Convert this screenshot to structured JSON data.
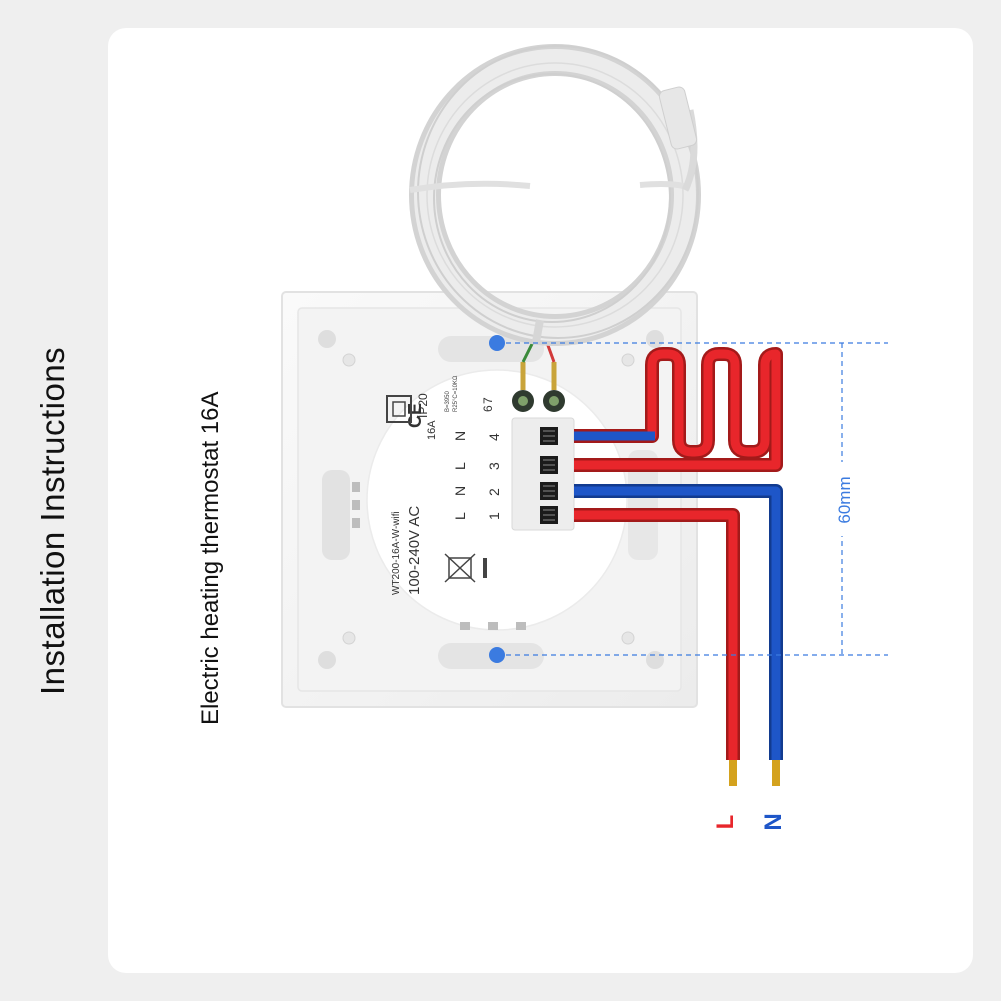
{
  "page": {
    "title": "Installation Instructions",
    "subtitle": "Electric heating thermostat 16A"
  },
  "device": {
    "model": "WT200-16A-W-wifi",
    "voltage": "100-240V AC",
    "current": "16A",
    "ip_rating": "IP20",
    "ce_mark": "CE",
    "sensor_spec_1": "B=3950",
    "sensor_spec_2": "R25°C=10KΩ",
    "terminal_numbers": [
      "1",
      "2",
      "3",
      "4"
    ],
    "sensor_numbers": [
      "6",
      "7"
    ],
    "terminal_letters": [
      "L",
      "N",
      "L",
      "N"
    ]
  },
  "dimension": {
    "label": "60mm"
  },
  "wires": {
    "live_label": "L",
    "neutral_label": "N"
  },
  "colors": {
    "live": "#e8262b",
    "neutral": "#1e56c8",
    "dimension": "#3b7be0",
    "panel": "#f4f4f4"
  },
  "icons": [
    "ce-mark-icon",
    "double-insulation-icon",
    "weee-bin-icon",
    "temperature-sensor-icon"
  ]
}
